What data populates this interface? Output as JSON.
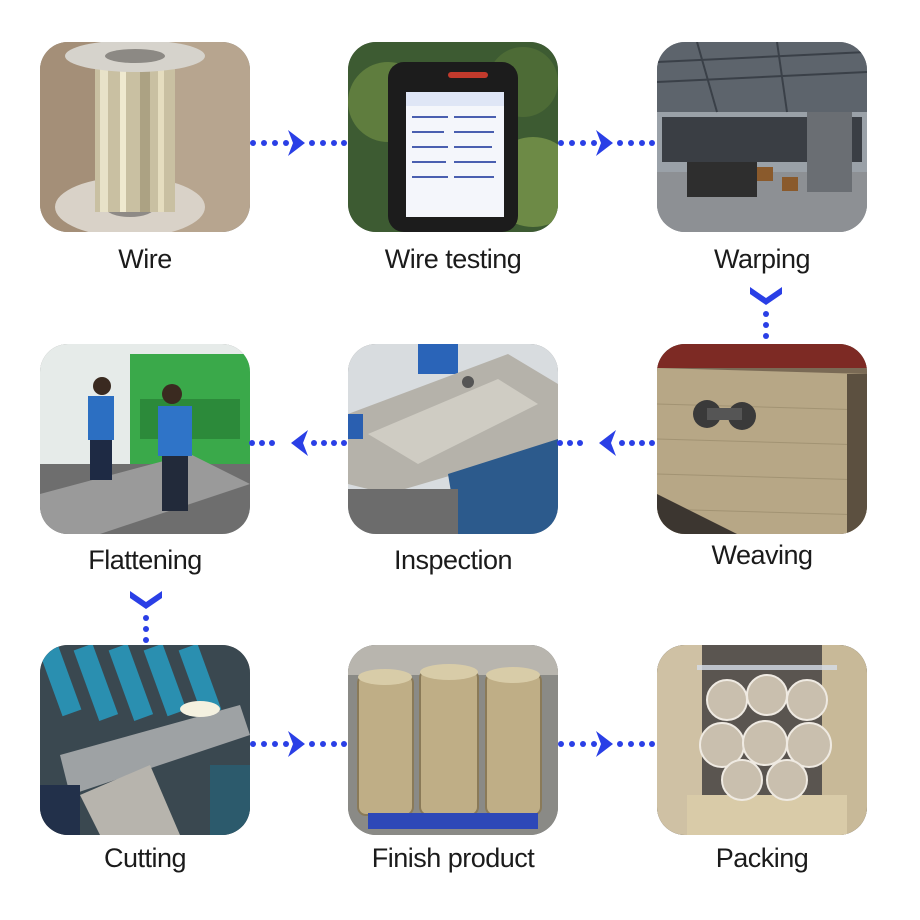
{
  "flow": {
    "accent_color": "#2a3fe6",
    "steps": [
      {
        "label": "Wire",
        "scene": "wire-spool-photo"
      },
      {
        "label": "Wire testing",
        "scene": "wire-testing-photo"
      },
      {
        "label": "Warping",
        "scene": "warping-photo"
      },
      {
        "label": "Weaving",
        "scene": "weaving-photo"
      },
      {
        "label": "Inspection",
        "scene": "inspection-photo"
      },
      {
        "label": "Flattening",
        "scene": "flattening-photo"
      },
      {
        "label": "Cutting",
        "scene": "cutting-photo"
      },
      {
        "label": "Finish product",
        "scene": "finish-product-photo"
      },
      {
        "label": "Packing",
        "scene": "packing-photo"
      }
    ],
    "arrows": [
      "right",
      "right",
      "down",
      "left",
      "left",
      "down",
      "right",
      "right"
    ]
  }
}
